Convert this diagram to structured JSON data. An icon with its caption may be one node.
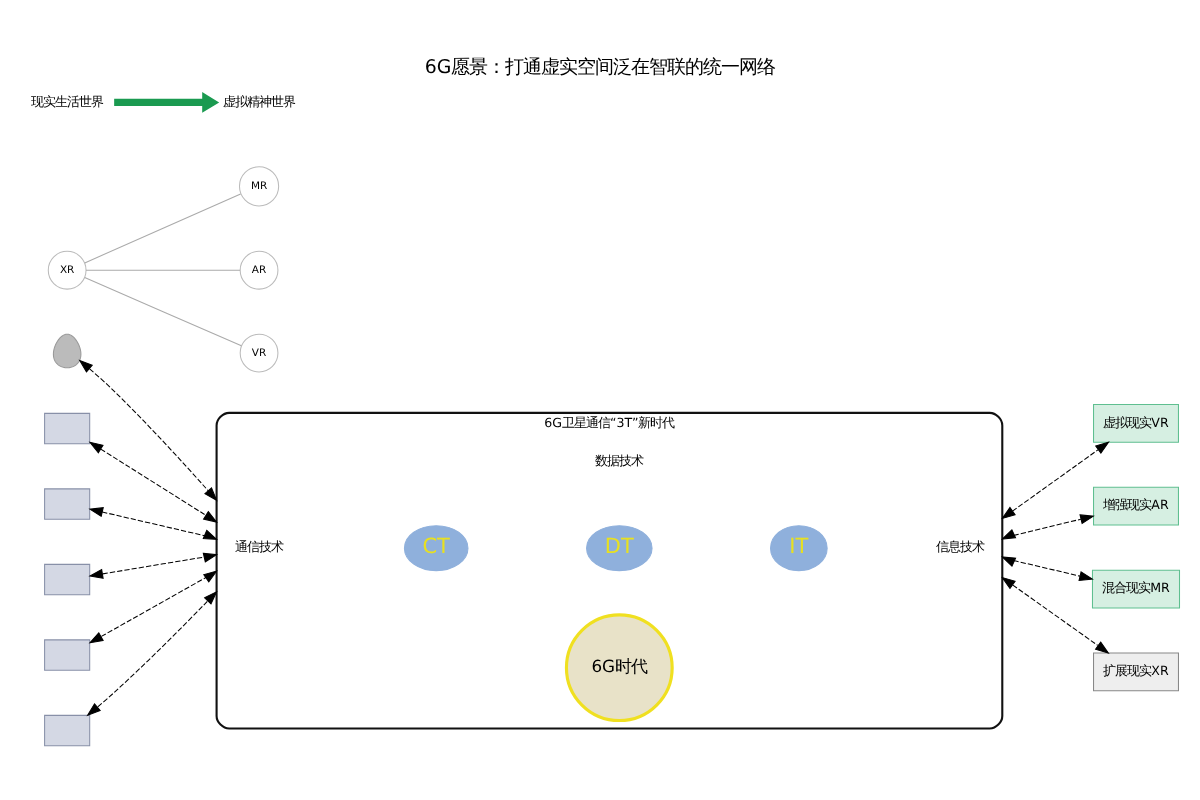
{
  "diagram": {
    "title": "6G愿景：打通虚实空间泛在智联的统一网络",
    "nodes": [
      {
        "text": [
          "6G卫星通信“3T”新时代"
        ]
      },
      {
        "text": [
          "CT"
        ],
        "in": 0
      },
      {
        "text": [
          "6G时代"
        ],
        "in": 0
      },
      {
        "text": [
          "IT"
        ],
        "in": 0
      },
      {
        "text": [
          "DT"
        ],
        "in": 0
      },
      {
        "text": [
          "通信技术"
        ],
        "in": 0
      },
      {
        "text": [
          "信息技术"
        ],
        "in": 0
      },
      {
        "text": [
          "数据技术"
        ],
        "in": 0
      },
      {
        "text": [],
        "shape": "person"
      },
      {
        "text": [],
        "shape": "box"
      },
      {
        "text": [],
        "shape": "box"
      },
      {
        "text": [],
        "shape": "box"
      },
      {
        "text": [],
        "shape": "box"
      },
      {
        "text": [],
        "shape": "box"
      },
      {
        "text": [
          "虚拟现实VR"
        ]
      },
      {
        "text": [
          "增强现实AR"
        ]
      },
      {
        "text": [
          "混合现实MR"
        ]
      },
      {
        "text": [
          "扩展现实XR"
        ]
      },
      {
        "text": [
          "XR"
        ]
      },
      {
        "text": [
          "MR"
        ]
      },
      {
        "text": [
          "AR"
        ]
      },
      {
        "text": [
          "VR"
        ]
      },
      {
        "text": [
          "现实生活世界"
        ]
      },
      {
        "text": [
          "虚拟精神世界"
        ]
      }
    ],
    "edges": [
      {
        "from": 8,
        "to": 0,
        "arrow": "both",
        "style": "dashed"
      },
      {
        "from": 9,
        "to": 0,
        "arrow": "both",
        "style": "dashed"
      },
      {
        "from": 10,
        "to": 0,
        "arrow": "both",
        "style": "dashed"
      },
      {
        "from": 11,
        "to": 0,
        "arrow": "both",
        "style": "dashed"
      },
      {
        "from": 12,
        "to": 0,
        "arrow": "both",
        "style": "dashed"
      },
      {
        "from": 13,
        "to": 0,
        "arrow": "both",
        "style": "dashed"
      },
      {
        "from": 0,
        "to": 14,
        "arrow": "both",
        "style": "dashed"
      },
      {
        "from": 0,
        "to": 15,
        "arrow": "both",
        "style": "dashed"
      },
      {
        "from": 0,
        "to": 16,
        "arrow": "both",
        "style": "dashed"
      },
      {
        "from": 0,
        "to": 17,
        "arrow": "both",
        "style": "dashed"
      },
      {
        "from": 18,
        "to": 19,
        "arrow": "none",
        "color": "#aaaaaa"
      },
      {
        "from": 18,
        "to": 20,
        "arrow": "none",
        "color": "#aaaaaa"
      },
      {
        "from": 18,
        "to": 21,
        "arrow": "none",
        "color": "#aaaaaa"
      },
      {
        "from": 22,
        "to": 23,
        "arrow": "to",
        "style": "thick",
        "color": "#1a9a50"
      }
    ]
  }
}
